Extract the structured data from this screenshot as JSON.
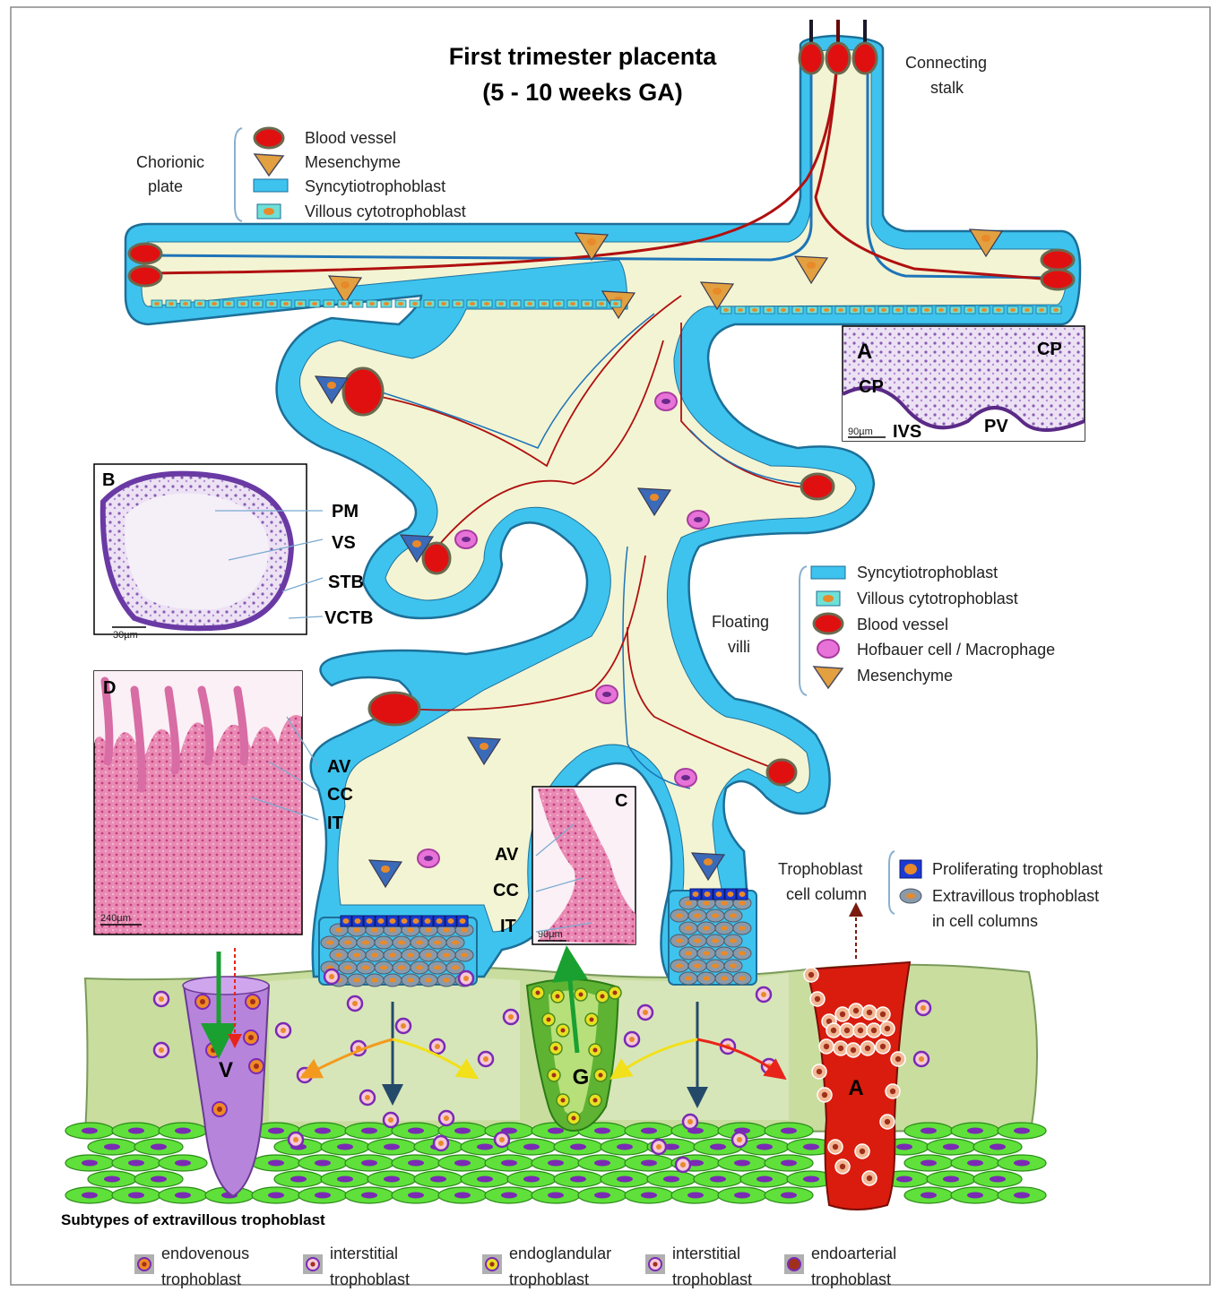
{
  "title": {
    "line1": "First trimester placenta",
    "line2": "(5 - 10 weeks GA)"
  },
  "connecting_stalk": {
    "line1": "Connecting",
    "line2": "stalk"
  },
  "chorionic_plate": {
    "label_line1": "Chorionic",
    "label_line2": "plate",
    "legend": [
      "Blood vessel",
      "Mesenchyme",
      "Syncytiotrophoblast",
      "Villous cytotrophoblast"
    ]
  },
  "floating_villi": {
    "label_line1": "Floating",
    "label_line2": "villi",
    "legend": [
      "Syncytiotrophoblast",
      "Villous cytotrophoblast",
      "Blood vessel",
      "Hofbauer cell / Macrophage",
      "Mesenchyme"
    ]
  },
  "cell_column": {
    "label_line1": "Trophoblast",
    "label_line2": "cell column",
    "legend_1": "Proliferating trophoblast",
    "legend_2_line1": "Extravillous trophoblast",
    "legend_2_line2": "in cell columns"
  },
  "panel_a": {
    "letter": "A",
    "labels": [
      "CP",
      "CP",
      "IVS",
      "PV"
    ],
    "scale": "90µm"
  },
  "panel_b": {
    "letter": "B",
    "labels": [
      "PM",
      "VS",
      "STB",
      "VCTB"
    ],
    "scale": "30µm"
  },
  "panel_c": {
    "letter": "C",
    "labels": [
      "AV",
      "CC",
      "IT"
    ],
    "scale": "90µm"
  },
  "panel_d": {
    "letter": "D",
    "labels": [
      "AV",
      "CC",
      "IT"
    ],
    "scale": "240µm"
  },
  "vessels": {
    "vein": "V",
    "gland": "G",
    "artery": "A"
  },
  "subtypes": {
    "heading": "Subtypes of extravillous trophoblast",
    "items": [
      {
        "line1": "endovenous",
        "line2": "trophoblast",
        "color": "#f08a24"
      },
      {
        "line1": "interstitial",
        "line2": "trophoblast",
        "color": "#f7c8d8"
      },
      {
        "line1": "endoglandular",
        "line2": "trophoblast",
        "color": "#e8e020"
      },
      {
        "line1": "interstitial",
        "line2": "trophoblast",
        "color": "#f7c8d8"
      },
      {
        "line1": "endoarterial",
        "line2": "trophoblast",
        "color": "#a0301a"
      }
    ]
  },
  "colors": {
    "stroma": "#fdf7d2",
    "syncytio": "#3ec3ee",
    "artery_line": "#b01010",
    "vein_line": "#1e74b8",
    "decidua": "#c8dca0",
    "vein": "#b07ad8",
    "gland": "#5cb030",
    "artery": "#d91c0e"
  }
}
